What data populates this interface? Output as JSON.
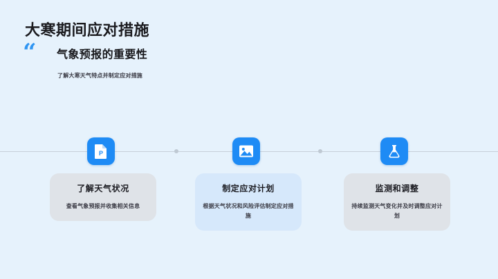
{
  "slide": {
    "background_color": "#e6f2fc",
    "accent_color": "#1e8bf5",
    "title": "大寒期间应对措施",
    "quote_mark": "“",
    "subtitle": "气象预报的重要性",
    "caption": "了解大寒天气特点并制定应对措施"
  },
  "timeline": {
    "nodes": [
      {
        "icon": "presentation-file-icon",
        "icon_color": "#1e8bf5",
        "card_title": "了解天气状况",
        "card_body": "查看气象预报并收集相关信息",
        "card_color": "#dfe3e8"
      },
      {
        "icon": "image-icon",
        "icon_color": "#1e8bf5",
        "card_title": "制定应对计划",
        "card_body": "根据天气状况和风险评估制定应对措施",
        "card_color": "#d6e8fb"
      },
      {
        "icon": "flask-icon",
        "icon_color": "#1e8bf5",
        "card_title": "监测和调整",
        "card_body": "持续监测天气变化并及时调整应对计划",
        "card_color": "#dfe3e8"
      }
    ],
    "connector_color": "#c6cfd8",
    "dot_color": "#bfc9d3"
  }
}
